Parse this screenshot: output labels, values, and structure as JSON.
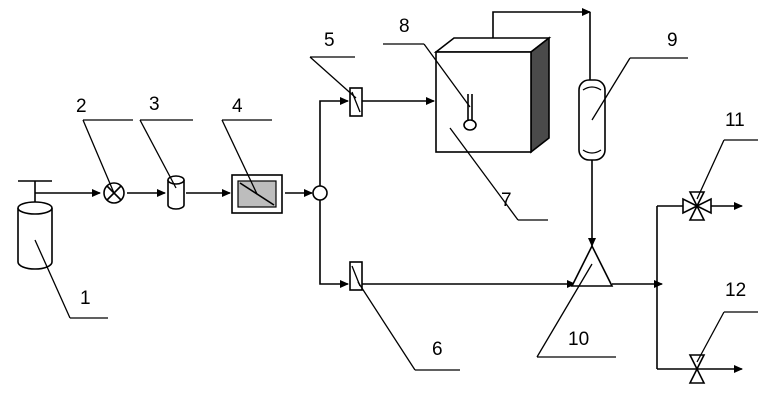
{
  "labels": {
    "n1": "1",
    "n2": "2",
    "n3": "3",
    "n4": "4",
    "n5": "5",
    "n6": "6",
    "n7": "7",
    "n8": "8",
    "n9": "9",
    "n10": "10",
    "n11": "11",
    "n12": "12"
  },
  "colors": {
    "line": "#000000",
    "background": "#ffffff",
    "chamber_side": "#4a4a4a",
    "screen": "#bdbdbd"
  }
}
